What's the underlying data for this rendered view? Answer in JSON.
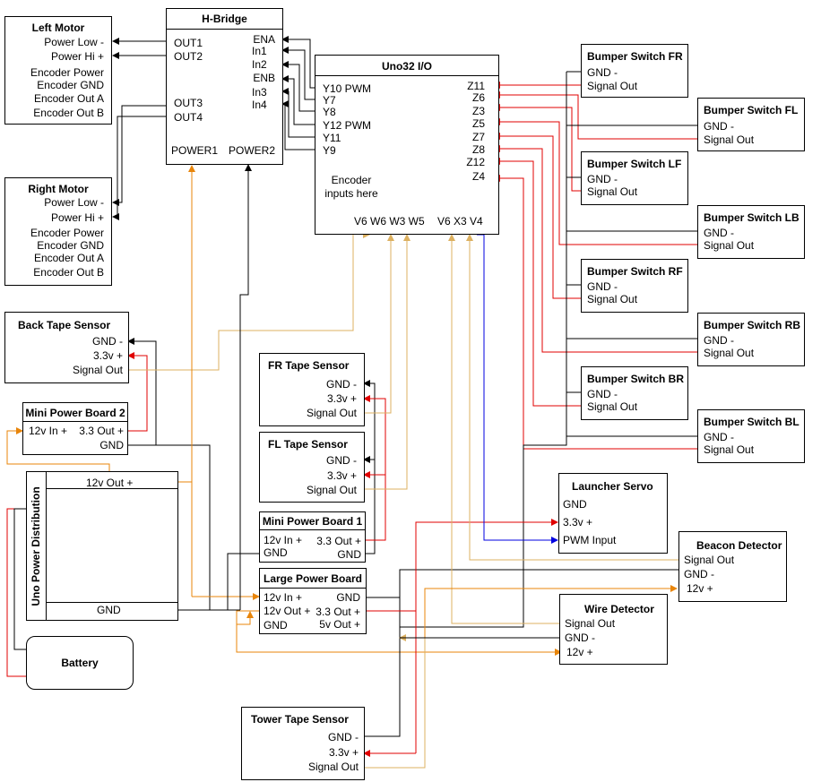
{
  "colors": {
    "wire_black": "#000000",
    "wire_red": "#e00000",
    "wire_orange": "#e8850a",
    "wire_tan": "#dcb060",
    "wire_blue": "#0000e0"
  },
  "left_motor": {
    "title": "Left Motor",
    "pins": [
      "Power Low -",
      "Power Hi +",
      "Encoder Power",
      "Encoder GND",
      "Encoder Out A",
      "Encoder Out B"
    ]
  },
  "right_motor": {
    "title": "Right Motor",
    "pins": [
      "Power Low -",
      "Power Hi +",
      "Encoder Power",
      "Encoder GND",
      "Encoder Out A",
      "Encoder Out B"
    ]
  },
  "hbridge": {
    "title": "H-Bridge",
    "left_pins": [
      "OUT1",
      "OUT2",
      "OUT3",
      "OUT4"
    ],
    "right_pins": [
      "ENA",
      "In1",
      "In2",
      "ENB",
      "In3",
      "In4"
    ],
    "power": [
      "POWER1",
      "POWER2"
    ]
  },
  "uno32": {
    "title": "Uno32 I/O",
    "y_pins": [
      "Y10 PWM",
      "Y7",
      "Y8",
      "Y12 PWM",
      "Y11",
      "Y9"
    ],
    "z_pins": [
      "Z11",
      "Z6",
      "Z3",
      "Z5",
      "Z7",
      "Z8",
      "Z12",
      "Z4"
    ],
    "encoder_note": [
      "Encoder",
      "inputs here"
    ],
    "bottom_left": "V6 W6 W3 W5",
    "bottom_right": "V6 X3 V4"
  },
  "bumpers": [
    {
      "title": "Bumper Switch FR",
      "gnd": "GND -",
      "sig": "Signal Out"
    },
    {
      "title": "Bumper Switch FL",
      "gnd": "GND -",
      "sig": "Signal Out"
    },
    {
      "title": "Bumper Switch LF",
      "gnd": "GND -",
      "sig": "Signal Out"
    },
    {
      "title": "Bumper Switch LB",
      "gnd": "GND -",
      "sig": "Signal Out"
    },
    {
      "title": "Bumper Switch RF",
      "gnd": "GND -",
      "sig": "Signal Out"
    },
    {
      "title": "Bumper Switch RB",
      "gnd": "GND -",
      "sig": "Signal Out"
    },
    {
      "title": "Bumper Switch BR",
      "gnd": "GND -",
      "sig": "Signal Out"
    },
    {
      "title": "Bumper Switch BL",
      "gnd": "GND -",
      "sig": "Signal Out"
    }
  ],
  "back_tape": {
    "title": "Back Tape Sensor",
    "pins": [
      "GND -",
      "3.3v +",
      "Signal Out"
    ]
  },
  "fr_tape": {
    "title": "FR Tape Sensor",
    "pins": [
      "GND -",
      "3.3v +",
      "Signal Out"
    ]
  },
  "fl_tape": {
    "title": "FL Tape Sensor",
    "pins": [
      "GND -",
      "3.3v +",
      "Signal Out"
    ]
  },
  "tower_tape": {
    "title": "Tower Tape Sensor",
    "pins": [
      "GND -",
      "3.3v +",
      "Signal Out"
    ]
  },
  "mini_pb2": {
    "title": "Mini Power Board 2",
    "left": "12v In +",
    "right_out": "3.3 Out +",
    "gnd": "GND"
  },
  "mini_pb1": {
    "title": "Mini Power Board 1",
    "left": [
      "12v In +",
      "GND"
    ],
    "right": [
      "3.3 Out +",
      "GND"
    ]
  },
  "large_pb": {
    "title": "Large Power Board",
    "left": [
      "12v In +",
      "12v Out +",
      "GND"
    ],
    "right": [
      "GND",
      "3.3 Out +",
      "5v Out +"
    ]
  },
  "uno_pd": {
    "title": "Uno Power Distribution",
    "out": "12v Out +",
    "gnd": "GND"
  },
  "battery": {
    "title": "Battery"
  },
  "launcher_servo": {
    "title": "Launcher Servo",
    "pins": [
      "GND",
      "3.3v +",
      "PWM Input"
    ]
  },
  "beacon": {
    "title": "Beacon Detector",
    "pins": [
      "Signal Out",
      "GND -",
      "12v +"
    ]
  },
  "wire_detector": {
    "title": "Wire Detector",
    "pins": [
      "Signal Out",
      "GND -",
      "12v +"
    ]
  }
}
